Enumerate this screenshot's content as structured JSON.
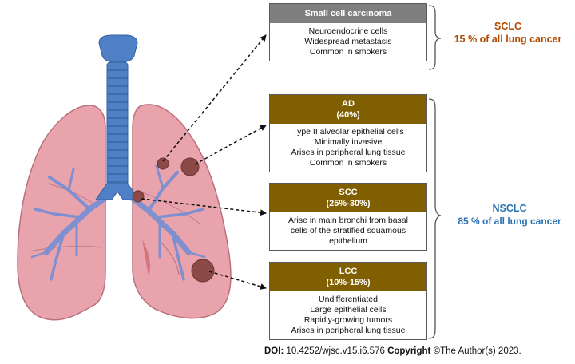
{
  "colors": {
    "sclc_accent": "#b24a00",
    "nsclc_accent": "#2e74b5",
    "gray_header": "#7f7f7f",
    "olive_header": "#7f5f00",
    "lung": "#e8a3ad",
    "trachea": "#4f7fc4",
    "tumor": "#8c4a47"
  },
  "sclc": {
    "name": "Small cell carcinoma",
    "features": [
      "Neuroendocrine cells",
      "Widespread metastasis",
      "Common in smokers"
    ],
    "group_label": "SCLC",
    "group_share": "15 % of all lung cancer"
  },
  "nsclc": {
    "group_label": "NSCLC",
    "group_share": "85 % of all lung cancer",
    "subtypes": [
      {
        "name": "AD",
        "percent": "(40%)",
        "features": [
          "Type II alveolar epithelial cells",
          "Minimally invasive",
          "Arises in peripheral lung tissue",
          "Common in smokers"
        ]
      },
      {
        "name": "SCC",
        "percent": "(25%-30%)",
        "features": [
          "Arise in main bronchi from basal",
          "cells of the stratified squamous",
          "epithelium"
        ]
      },
      {
        "name": "LCC",
        "percent": "(10%-15%)",
        "features": [
          "Undifferentiated",
          "Large epithelial cells",
          "Rapidly-growing tumors",
          "Arises in peripheral lung tissue"
        ]
      }
    ]
  },
  "footer": {
    "doi_label": "DOI:",
    "doi_value": "10.4252/wjsc.v15.i6.576",
    "copyright_label": "Copyright",
    "copyright_text": "©The Author(s) 2023."
  }
}
